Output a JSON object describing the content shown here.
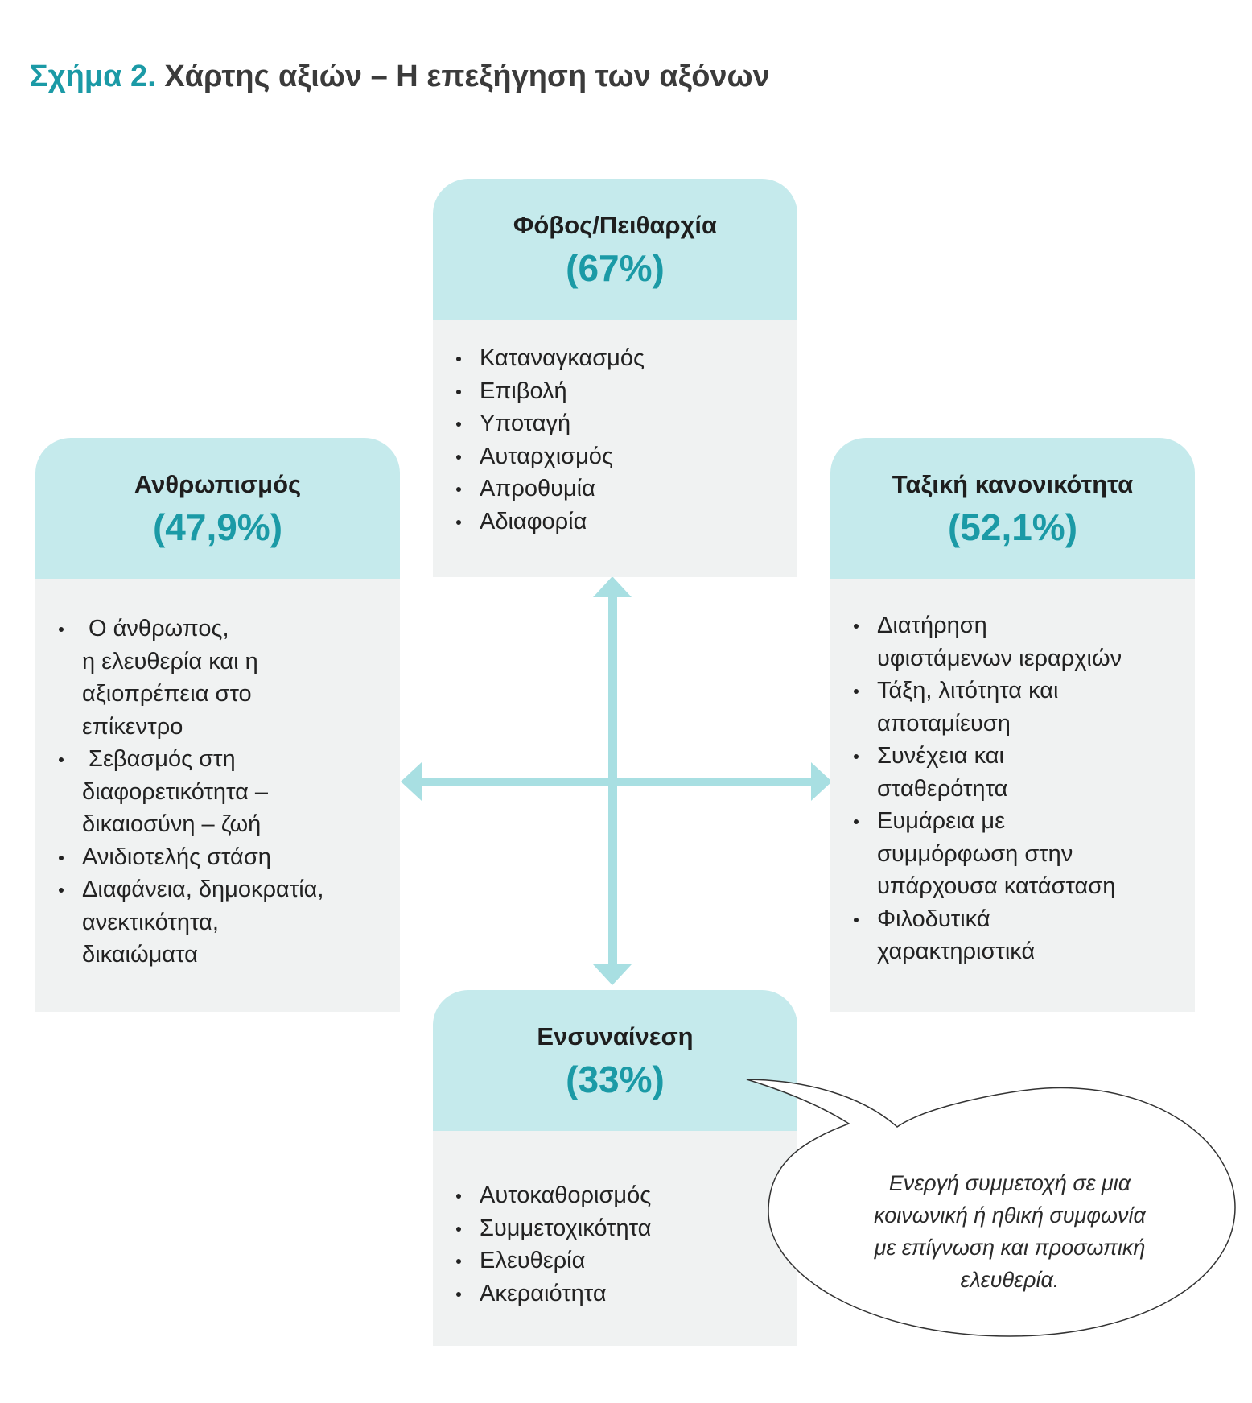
{
  "title": {
    "figure_label": "Σχήμα 2.",
    "text": "Χάρτης αξιών – Η επεξήγηση των αξόνων"
  },
  "cards": {
    "top": {
      "name": "Φόβος/Πειθαρχία",
      "percent": "(67%)",
      "items": [
        "Καταναγκασμός",
        "Επιβολή",
        "Υποταγή",
        "Αυταρχισμός",
        "Απροθυμία",
        "Αδιαφορία"
      ]
    },
    "left": {
      "name": "Ανθρωπισμός",
      "percent": "(47,9%)",
      "items": [
        " Ο άνθρωπος,\nη ελευθερία και η\nαξιοπρέπεια στο\nεπίκεντρο",
        " Σεβασμός στη\nδιαφορετικότητα –\nδικαιοσύνη – ζωή",
        "Ανιδιοτελής στάση",
        "Διαφάνεια, δημοκρατία,\nανεκτικότητα,\nδικαιώματα"
      ]
    },
    "right": {
      "name": "Ταξική κανονικότητα",
      "percent": "(52,1%)",
      "items": [
        "Διατήρηση\nυφιστάμενων ιεραρχιών",
        "Τάξη, λιτότητα και\nαποταμίευση",
        "Συνέχεια και\nσταθερότητα",
        "Ευμάρεια με\nσυμμόρφωση στην\nυπάρχουσα κατάσταση",
        "Φιλοδυτικά\nχαρακτηριστικά"
      ]
    },
    "bottom": {
      "name": "Ενσυναίνεση",
      "percent": "(33%)",
      "items": [
        "Αυτοκαθορισμός",
        "Συμμετοχικότητα",
        "Ελευθερία",
        "Ακεραιότητα"
      ]
    }
  },
  "callout": {
    "text": "Ενεργή συμμετοχή σε μια\nκοινωνική ή ηθική συμφωνία\nμε επίγνωση και προσωπική\nελευθερία."
  },
  "colors": {
    "accent": "#1b9aa6",
    "card_header": "#c5eaec",
    "card_body": "#f0f2f2",
    "arrow": "#a8dfe2"
  }
}
